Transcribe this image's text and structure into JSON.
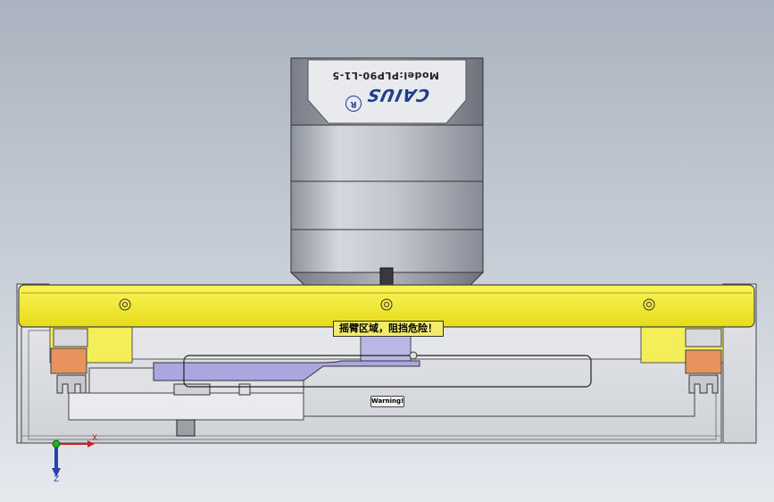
{
  "viewport": {
    "background_top": "#aab3bf",
    "background_bottom": "#e6e9ee"
  },
  "motor": {
    "model_label": "Model:PLP90-L1-5",
    "brand": "CAIUS",
    "registered_mark": "R"
  },
  "labels": {
    "warning_cn": "摇臂区域，阻挡危险！",
    "warning_en": "Warning!"
  },
  "colors": {
    "plate_yellow": "#f2ea2a",
    "frame_gray": "#d7d9dd",
    "pad_orange": "#e8935e",
    "arm_lavender": "#a9a6e0",
    "motor_metal": "#b9bcc4"
  },
  "triad": {
    "x_label": "X",
    "z_label": "Z",
    "x_color": "#d02020",
    "y_color": "#20b020",
    "z_color": "#2a3fb0"
  }
}
